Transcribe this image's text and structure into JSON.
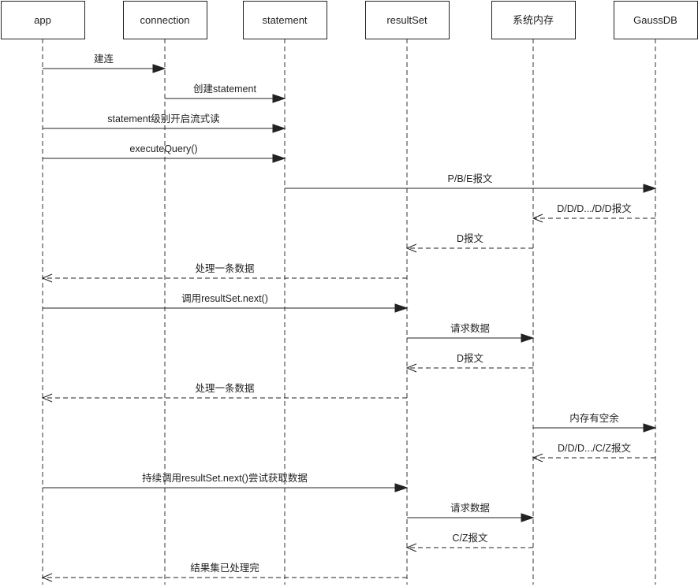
{
  "participants": [
    {
      "id": "app",
      "label": "app"
    },
    {
      "id": "connection",
      "label": "connection"
    },
    {
      "id": "statement",
      "label": "statement"
    },
    {
      "id": "resultset",
      "label": "resultSet"
    },
    {
      "id": "sysmem",
      "label": "系统内存"
    },
    {
      "id": "gaussdb",
      "label": "GaussDB"
    }
  ],
  "messages": [
    {
      "from": 0,
      "to": 1,
      "label": "建连",
      "style": "solid"
    },
    {
      "from": 1,
      "to": 2,
      "label": "创建statement",
      "style": "solid"
    },
    {
      "from": 0,
      "to": 2,
      "label": "statement级别开启流式读",
      "style": "solid"
    },
    {
      "from": 0,
      "to": 2,
      "label": "executeQuery()",
      "style": "solid"
    },
    {
      "from": 2,
      "to": 5,
      "label": "P/B/E报文",
      "style": "solid"
    },
    {
      "from": 5,
      "to": 4,
      "label": "D/D/D.../D/D报文",
      "style": "dashed"
    },
    {
      "from": 4,
      "to": 3,
      "label": "D报文",
      "style": "dashed"
    },
    {
      "from": 3,
      "to": 0,
      "label": "处理一条数据",
      "style": "dashed"
    },
    {
      "from": 0,
      "to": 3,
      "label": "调用resultSet.next()",
      "style": "solid"
    },
    {
      "from": 3,
      "to": 4,
      "label": "请求数据",
      "style": "solid"
    },
    {
      "from": 4,
      "to": 3,
      "label": "D报文",
      "style": "dashed"
    },
    {
      "from": 3,
      "to": 0,
      "label": "处理一条数据",
      "style": "dashed"
    },
    {
      "from": 4,
      "to": 5,
      "label": "内存有空余",
      "style": "solid"
    },
    {
      "from": 5,
      "to": 4,
      "label": "D/D/D.../C/Z报文",
      "style": "dashed"
    },
    {
      "from": 0,
      "to": 3,
      "label": "持续调用resultSet.next()尝试获取数据",
      "style": "solid"
    },
    {
      "from": 3,
      "to": 4,
      "label": "请求数据",
      "style": "solid"
    },
    {
      "from": 4,
      "to": 3,
      "label": "C/Z报文",
      "style": "dashed"
    },
    {
      "from": 3,
      "to": 0,
      "label": "结果集已处理完",
      "style": "dashed"
    }
  ]
}
